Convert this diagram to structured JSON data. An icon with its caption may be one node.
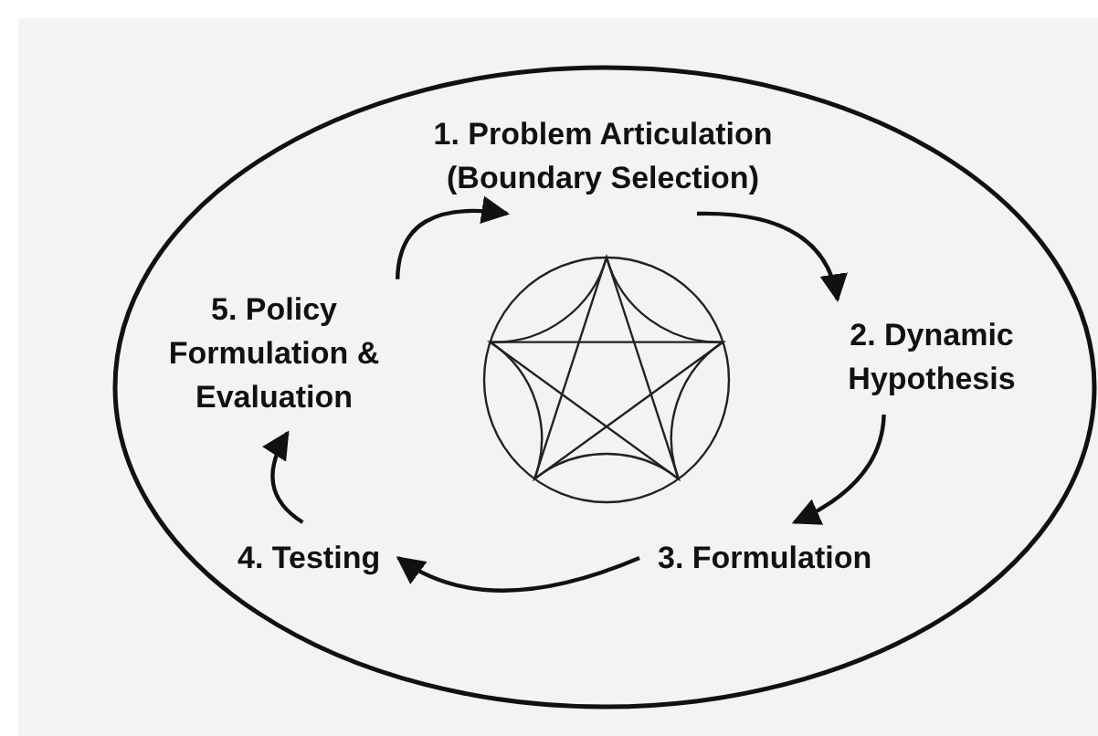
{
  "diagram": {
    "nodes": [
      {
        "text": [
          "1. Problem Articulation (Boundary Selection)"
        ]
      },
      {
        "text": [
          "2. Dynamic Hypothesis"
        ]
      },
      {
        "text": [
          "3. Formulation"
        ]
      },
      {
        "text": [
          "4. Testing"
        ]
      },
      {
        "text": [
          "5. Policy Formulation & Evaluation"
        ]
      }
    ],
    "edges": [
      {
        "from": 0,
        "to": 1,
        "arrow": "to"
      },
      {
        "from": 1,
        "to": 2,
        "arrow": "to"
      },
      {
        "from": 2,
        "to": 3,
        "arrow": "to"
      },
      {
        "from": 3,
        "to": 4,
        "arrow": "to"
      },
      {
        "from": 4,
        "to": 0,
        "arrow": "to"
      }
    ]
  }
}
